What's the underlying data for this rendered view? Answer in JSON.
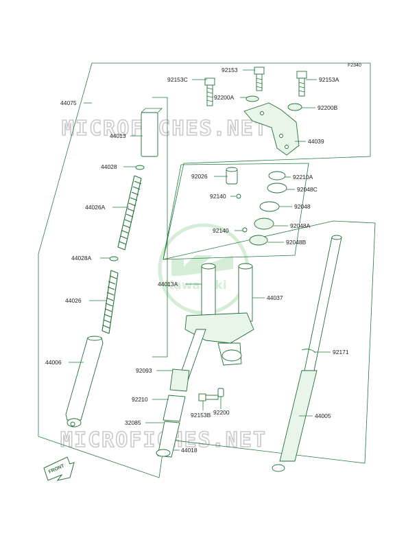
{
  "diagram": {
    "ref_code": "F2340",
    "watermark_text": "MICROFICHES.NET",
    "logo_text": "Kawasaki",
    "front_label": "FRONT",
    "colors": {
      "line": "#1f7a3a",
      "logo_fill": "#d5ecd7",
      "watermark": "#c9c9c9"
    },
    "part_labels": {
      "p92153C": "92153C",
      "p92153": "92153",
      "p92153A": "92153A",
      "p92200A": "92200A",
      "p92200B": "92200B",
      "p44039": "44039",
      "p44075": "44075",
      "p44013": "44013",
      "p44028": "44028",
      "p44026A": "44026A",
      "p44028A": "44028A",
      "p44026": "44026",
      "p44006": "44006",
      "p92026": "92026",
      "p92210A": "92210A",
      "p92048C": "92048C",
      "p92140a": "92140",
      "p92048": "92048",
      "p92140b": "92140",
      "p92048A": "92048A",
      "p92048B": "92048B",
      "p44013A": "44013A",
      "p44037": "44037",
      "p92171": "92171",
      "p92093": "92093",
      "p92210": "92210",
      "p92153B": "92153B",
      "p92200": "92200",
      "p32085": "32085",
      "p44018": "44018",
      "p44005": "44005"
    }
  }
}
